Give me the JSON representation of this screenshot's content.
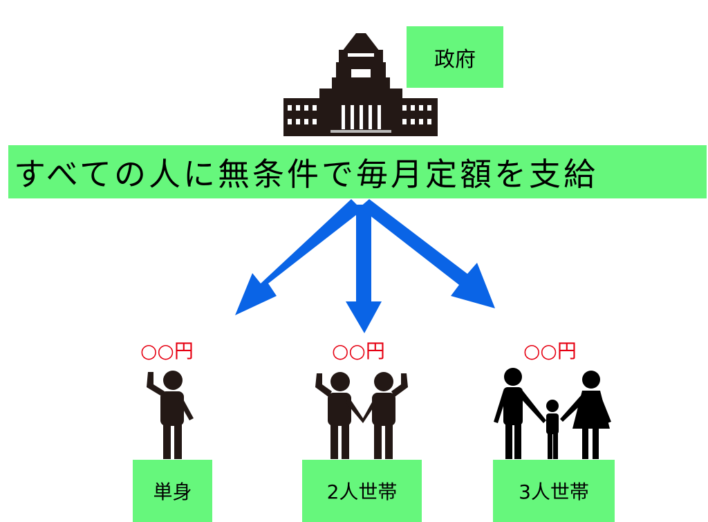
{
  "government_label": "政府",
  "banner_text": "すべての人に無条件で毎月定額を支給",
  "recipients": [
    {
      "amount": "○○円",
      "label": "単身"
    },
    {
      "amount": "○○円",
      "label": "2人世帯"
    },
    {
      "amount": "○○円",
      "label": "3人世帯"
    }
  ],
  "colors": {
    "green": "#66f77c",
    "arrow": "#0a64e6",
    "amount": "#e60012",
    "silhouette": "#231815"
  }
}
